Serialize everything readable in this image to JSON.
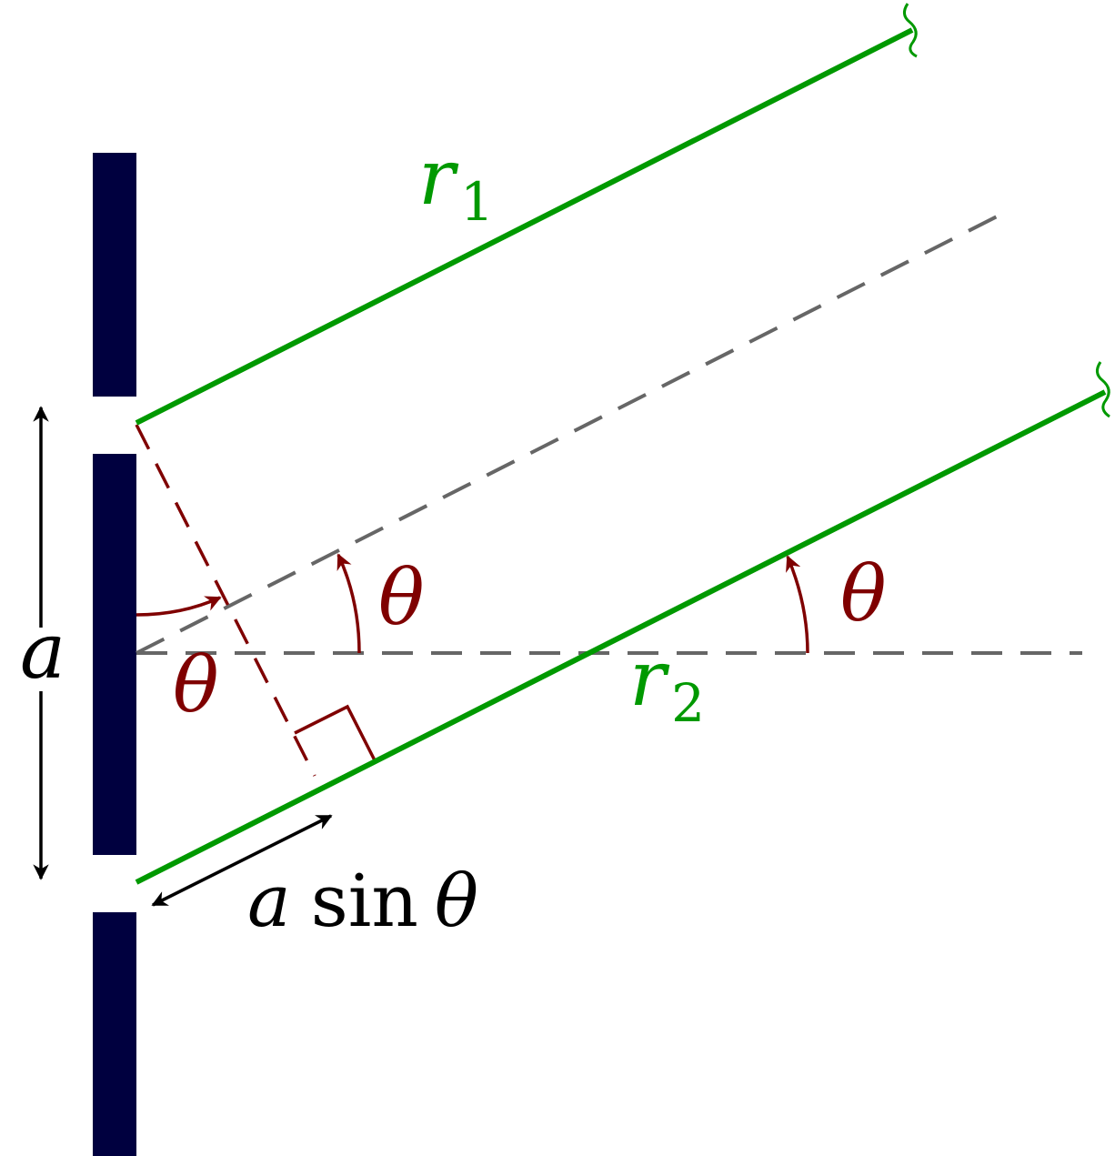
{
  "labels": {
    "r1_symbol": "r",
    "r1_subscript": "1",
    "r2_symbol": "r",
    "r2_subscript": "2",
    "slit_width": "a",
    "path_difference_a": "a",
    "path_difference_sin": "sin",
    "path_difference_theta": "θ",
    "theta_upper": "θ",
    "theta_right": "θ",
    "theta_left": "θ"
  },
  "colors": {
    "barrier": "#00003f",
    "ray": "#009900",
    "dashed_axis": "#666666",
    "angle": "#7f0000",
    "annotation": "#000000"
  }
}
